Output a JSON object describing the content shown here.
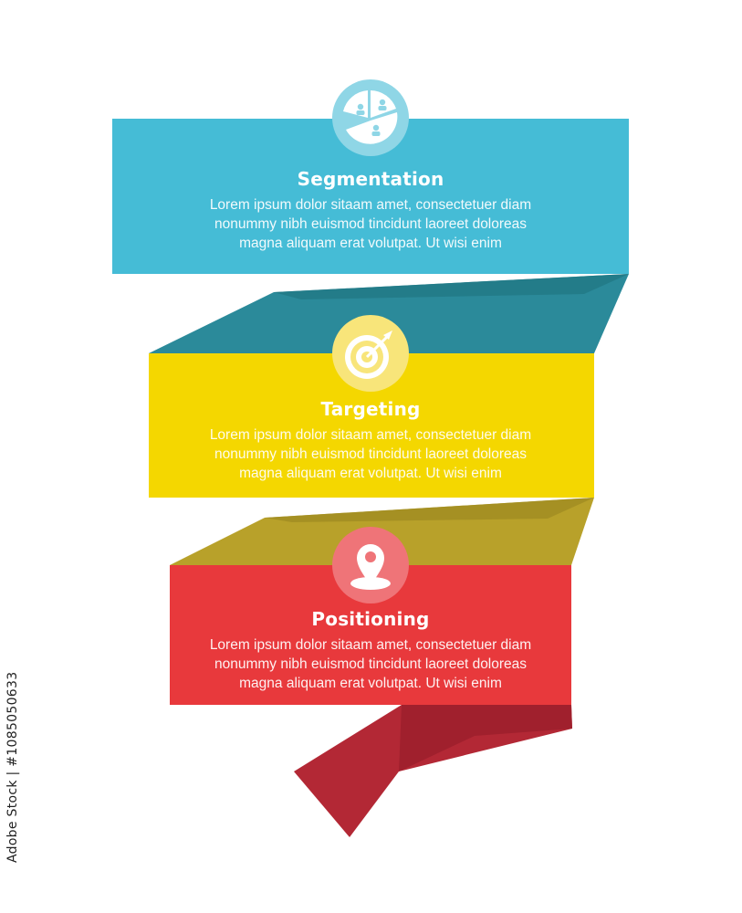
{
  "colors": {
    "blue": "#45bcd6",
    "blue_shadow": "#2b8a9a",
    "yellow": "#f4d700",
    "yellow_shadow": "#b8a12a",
    "red": "#e8393c",
    "red_shadow": "#b32835",
    "text": "#ffffff"
  },
  "steps": [
    {
      "title": "Segmentation",
      "icon": "pie-chart-people-icon",
      "lines": [
        "Lorem ipsum dolor sitaam amet, consectetuer diam",
        "nonummy  nibh euismod tincidunt laoreet doloreas",
        "magna aliquam erat volutpat. Ut wisi enim"
      ]
    },
    {
      "title": "Targeting",
      "icon": "target-icon",
      "lines": [
        "Lorem ipsum dolor sitaam amet, consectetuer diam",
        "nonummy  nibh euismod tincidunt laoreet doloreas",
        "magna aliquam erat volutpat. Ut wisi enim"
      ]
    },
    {
      "title": "Positioning",
      "icon": "location-pin-icon",
      "lines": [
        "Lorem ipsum dolor sitaam amet, consectetuer diam",
        "nonummy  nibh euismod tincidunt laoreet doloreas",
        "magna aliquam erat volutpat. Ut wisi enim"
      ]
    }
  ],
  "watermark": {
    "stock_id": "Adobe Stock | #1085050633"
  }
}
